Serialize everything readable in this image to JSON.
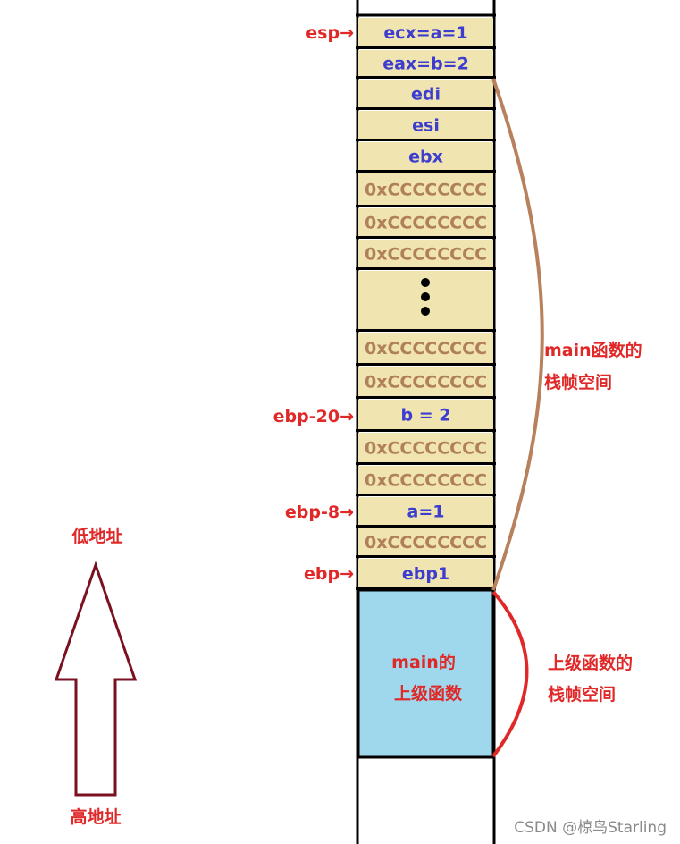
{
  "stack_cells": [
    {
      "text": "ecx=a=1",
      "kind": "register"
    },
    {
      "text": "eax=b=2",
      "kind": "register"
    },
    {
      "text": "edi",
      "kind": "register"
    },
    {
      "text": "esi",
      "kind": "register"
    },
    {
      "text": "ebx",
      "kind": "register"
    },
    {
      "text": "0xCCCCCCCC",
      "kind": "filler"
    },
    {
      "text": "0xCCCCCCCC",
      "kind": "filler"
    },
    {
      "text": "0xCCCCCCCC",
      "kind": "filler"
    },
    {
      "text": "",
      "kind": "ellipsis"
    },
    {
      "text": "0xCCCCCCCC",
      "kind": "filler"
    },
    {
      "text": "0xCCCCCCCC",
      "kind": "filler"
    },
    {
      "text": "b = 2",
      "kind": "register"
    },
    {
      "text": "0xCCCCCCCC",
      "kind": "filler"
    },
    {
      "text": "0xCCCCCCCC",
      "kind": "filler"
    },
    {
      "text": "a=1",
      "kind": "register"
    },
    {
      "text": "0xCCCCCCCC",
      "kind": "filler"
    },
    {
      "text": "ebp1",
      "kind": "register"
    }
  ],
  "pointers": {
    "esp": "esp→",
    "ebp_minus_20": "ebp-20→",
    "ebp_minus_8": "ebp-8→",
    "ebp": "ebp→"
  },
  "caller_block": {
    "line1": "main的",
    "line2": "上级函数"
  },
  "main_frame_label": {
    "line1": "main函数的",
    "line2": "栈帧空间"
  },
  "caller_frame_label": {
    "line1": "上级函数的",
    "line2": "栈帧空间"
  },
  "address_arrow": {
    "top_label": "低地址",
    "bottom_label": "高地址"
  },
  "watermark": "CSDN @椋鸟Starling",
  "colors": {
    "cell_fill": "#f0e4b0",
    "caller_fill": "#9fd8ec",
    "register_text": "#3d3dcf",
    "filler_text": "#b0805a",
    "pointer_text": "#e02828",
    "brace_main": "#b8805c",
    "brace_caller": "#e02828",
    "arrow_outline": "#7a1020"
  }
}
